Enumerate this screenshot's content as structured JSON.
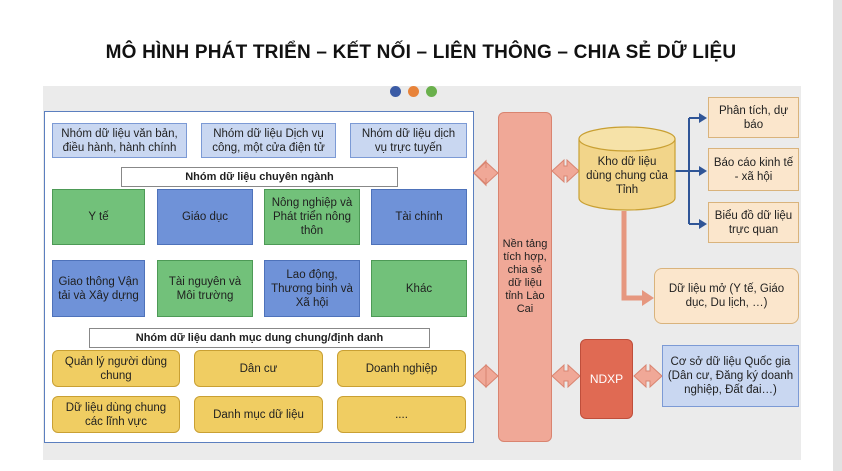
{
  "title": "MÔ HÌNH PHÁT TRIỂN – KẾT NỐI – LIÊN THÔNG – CHIA SẺ DỮ LIỆU",
  "dots": {
    "blue": "#3b5ba5",
    "orange": "#e8833a",
    "green": "#6ab04c"
  },
  "top_groups": [
    "Nhóm dữ liệu văn bản, điều hành, hành chính",
    "Nhóm dữ liệu Dịch vụ công, một cửa điện tử",
    "Nhóm dữ liệu dịch vụ trực tuyến"
  ],
  "specialized_label": "Nhóm dữ liệu chuyên ngành",
  "specialized": [
    "Y tế",
    "Giáo dục",
    "Nông nghiệp và Phát triển nông thôn",
    "Tài chính",
    "Giao thông Vận tải và Xây dựng",
    "Tài nguyên và Môi trường",
    "Lao động, Thương binh và Xã hội",
    "Khác"
  ],
  "catalog_label": "Nhóm dữ liệu danh mục dung chung/định danh",
  "catalog": [
    "Quản lý người dùng chung",
    "Dân cư",
    "Doanh nghiệp",
    "Dữ liệu dùng chung các lĩnh vực",
    "Danh mục dữ liệu",
    "...."
  ],
  "platform": "Nền tảng tích hợp, chia sẻ dữ liệu tỉnh Lào Cai",
  "warehouse": "Kho dữ liệu dùng chung của Tỉnh",
  "outputs": [
    "Phân tích, dự báo",
    "Báo cáo kinh tế - xã hội",
    "Biểu đồ dữ liệu trực quan"
  ],
  "open_data": "Dữ liệu mở (Y tế, Giáo dục, Du lịch, …)",
  "ndxp": "NDXP",
  "national_db": "Cơ sở dữ liệu Quốc gia (Dân cư, Đăng ký doanh nghiệp, Đất đai…)"
}
